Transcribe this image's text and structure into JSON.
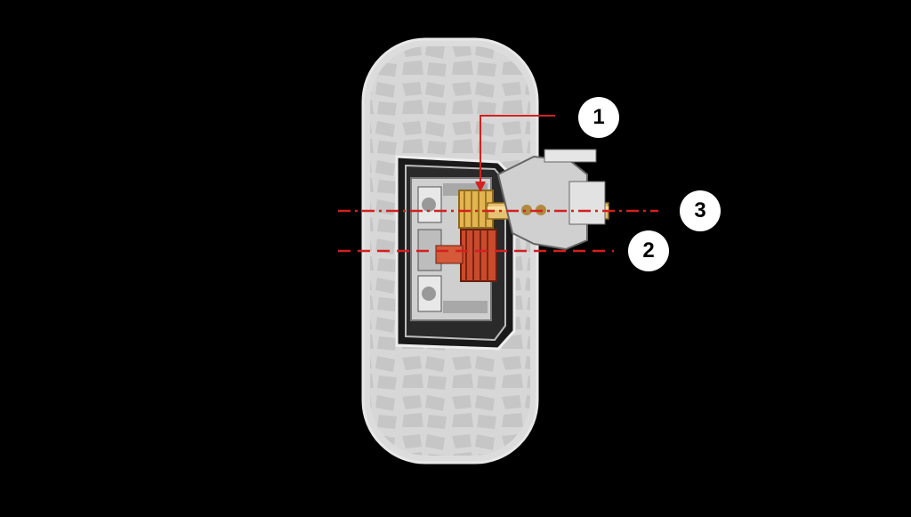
{
  "diagram": {
    "subject": "wheel-with-portal-hub-reduction-cutaway",
    "colors": {
      "background": "#000000",
      "tire": "#d9d9d9",
      "tread-shadow": "#bdbdbd",
      "rim": "#f0f0f0",
      "upper-shaft": "#e0b050",
      "lower-gear": "#c8402a",
      "guide-line": "#d42020",
      "callout-fill": "#ffffff",
      "callout-text": "#000000"
    },
    "callouts": [
      {
        "id": "1",
        "label": "1"
      },
      {
        "id": "2",
        "label": "2"
      },
      {
        "id": "3",
        "label": "3"
      }
    ]
  }
}
